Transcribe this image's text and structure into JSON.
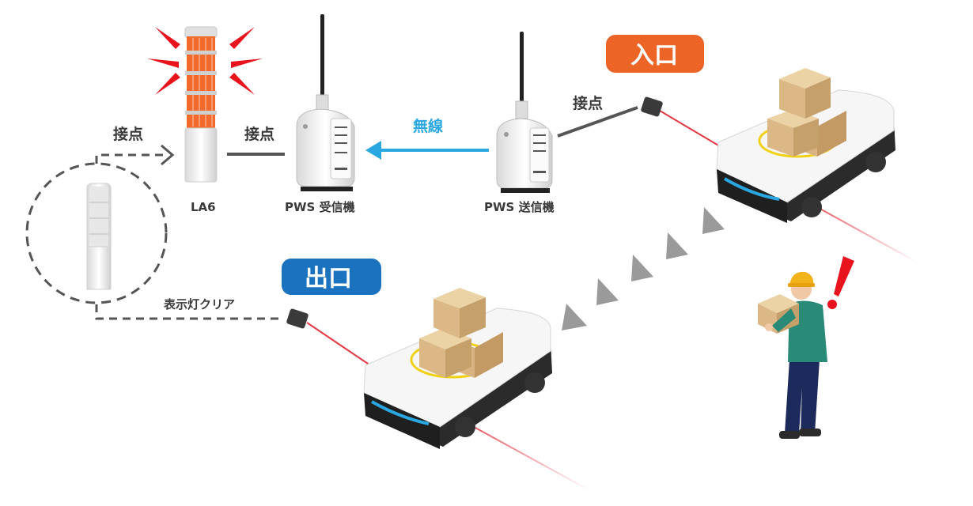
{
  "labels": {
    "contact_left": "接点",
    "contact_mid": "接点",
    "contact_right": "接点",
    "wireless": "無線",
    "la6": "LA6",
    "receiver": "PWS 受信機",
    "transmitter": "PWS 送信機",
    "clear": "表示灯クリア"
  },
  "badges": {
    "entrance": "入口",
    "exit": "出口"
  },
  "colors": {
    "entrance_badge": "#ec6426",
    "exit_badge": "#1b73c0",
    "wireless_arrow": "#2aa7e0",
    "alarm_red": "#e8131d",
    "lamp_orange": "#f36a2c"
  }
}
